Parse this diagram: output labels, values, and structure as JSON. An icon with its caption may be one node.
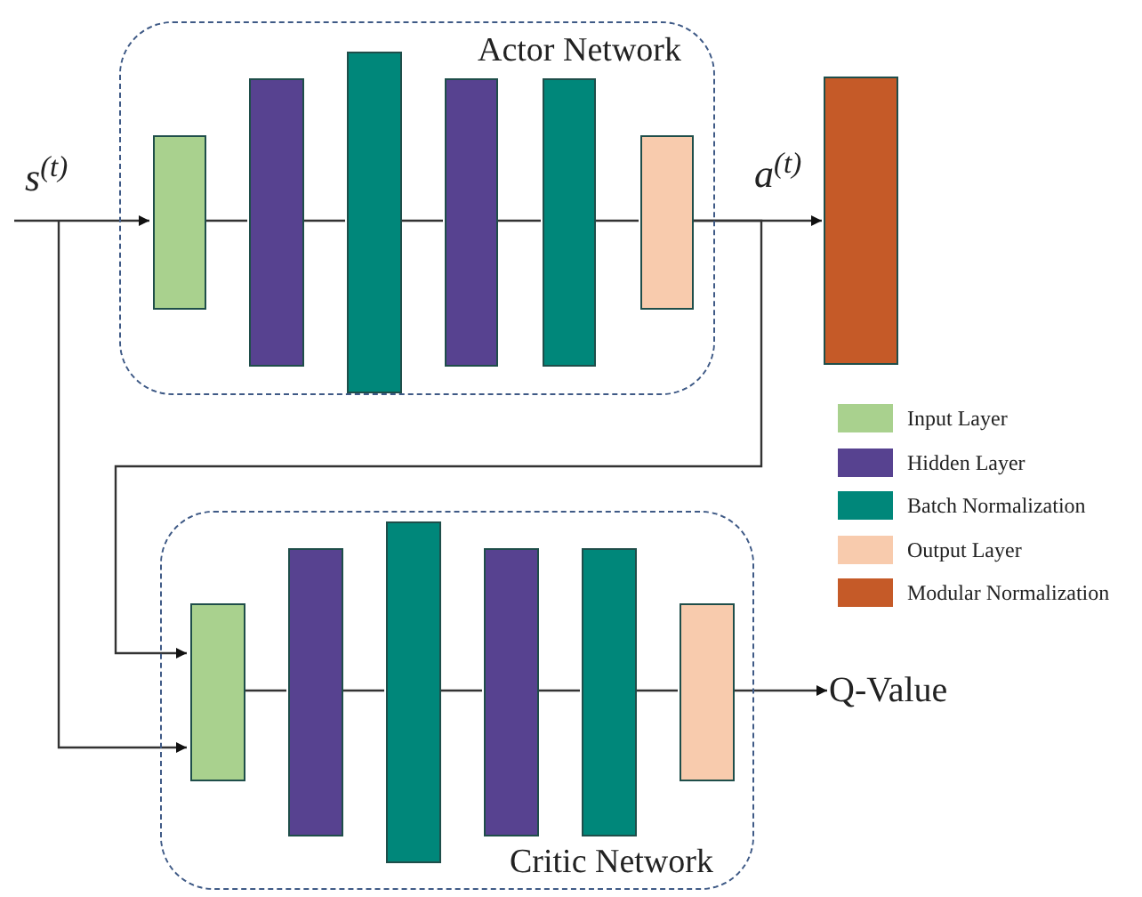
{
  "diagram": {
    "nodes": [
      {
        "text": [
          "Actor Network"
        ]
      },
      {
        "text": [],
        "shape": "bar",
        "in": 0
      },
      {
        "text": [],
        "shape": "bar",
        "in": 0
      },
      {
        "text": [],
        "shape": "bar",
        "in": 0
      },
      {
        "text": [],
        "shape": "bar",
        "in": 0
      },
      {
        "text": [],
        "shape": "bar",
        "in": 0
      },
      {
        "text": [],
        "shape": "bar",
        "in": 0
      },
      {
        "text": [],
        "shape": "bar"
      },
      {
        "text": [
          "Critic Network"
        ]
      },
      {
        "text": [],
        "shape": "bar",
        "in": 8
      },
      {
        "text": [],
        "shape": "bar",
        "in": 8
      },
      {
        "text": [],
        "shape": "bar",
        "in": 8
      },
      {
        "text": [],
        "shape": "bar",
        "in": 8
      },
      {
        "text": [],
        "shape": "bar",
        "in": 8
      },
      {
        "text": [],
        "shape": "bar",
        "in": 8
      },
      {
        "text": [
          "Q-Value"
        ]
      }
    ],
    "edges": [
      {
        "from": null,
        "to": 1,
        "arrow": "to",
        "label": "s$^{(t)}$"
      },
      {
        "from": null,
        "to": 9,
        "arrow": "to"
      },
      {
        "from": 1,
        "to": 2,
        "arrow": "none"
      },
      {
        "from": 2,
        "to": 3,
        "arrow": "none"
      },
      {
        "from": 3,
        "to": 4,
        "arrow": "none"
      },
      {
        "from": 4,
        "to": 5,
        "arrow": "none"
      },
      {
        "from": 5,
        "to": 6,
        "arrow": "none"
      },
      {
        "from": 6,
        "to": 7,
        "arrow": "to",
        "label": "a$^{(t)}$"
      },
      {
        "from": 6,
        "to": 9,
        "arrow": "to"
      },
      {
        "from": 9,
        "to": 10,
        "arrow": "none"
      },
      {
        "from": 10,
        "to": 11,
        "arrow": "none"
      },
      {
        "from": 11,
        "to": 12,
        "arrow": "none"
      },
      {
        "from": 12,
        "to": 13,
        "arrow": "none"
      },
      {
        "from": 13,
        "to": 14,
        "arrow": "none"
      },
      {
        "from": 14,
        "to": 15,
        "arrow": "to"
      }
    ],
    "legend": [
      {
        "text": "Input Layer",
        "color": "#a9d18e"
      },
      {
        "text": "Hidden Layer",
        "color": "#574290"
      },
      {
        "text": "Batch Normalization",
        "color": "#00877a"
      },
      {
        "text": "Output Layer",
        "color": "#f8cbad"
      },
      {
        "text": "Modular Normalization",
        "color": "#c55a28"
      }
    ]
  }
}
